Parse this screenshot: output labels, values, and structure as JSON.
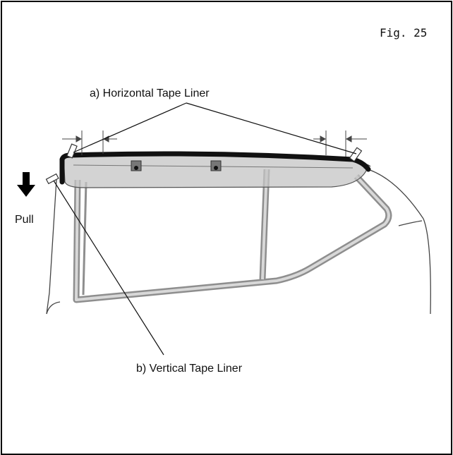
{
  "figure": {
    "number_label": "Fig. 25"
  },
  "callouts": {
    "horizontal": "a) Horizontal Tape Liner",
    "vertical": "b) Vertical Tape Liner"
  },
  "pull": {
    "label": "Pull",
    "icon": "down-arrow-icon"
  },
  "colors": {
    "border": "#000000",
    "visor_fill": "#c8c8c8",
    "visor_edge": "#111111",
    "frame_gray": "#9a9a9a",
    "tape": "#ffffff"
  }
}
